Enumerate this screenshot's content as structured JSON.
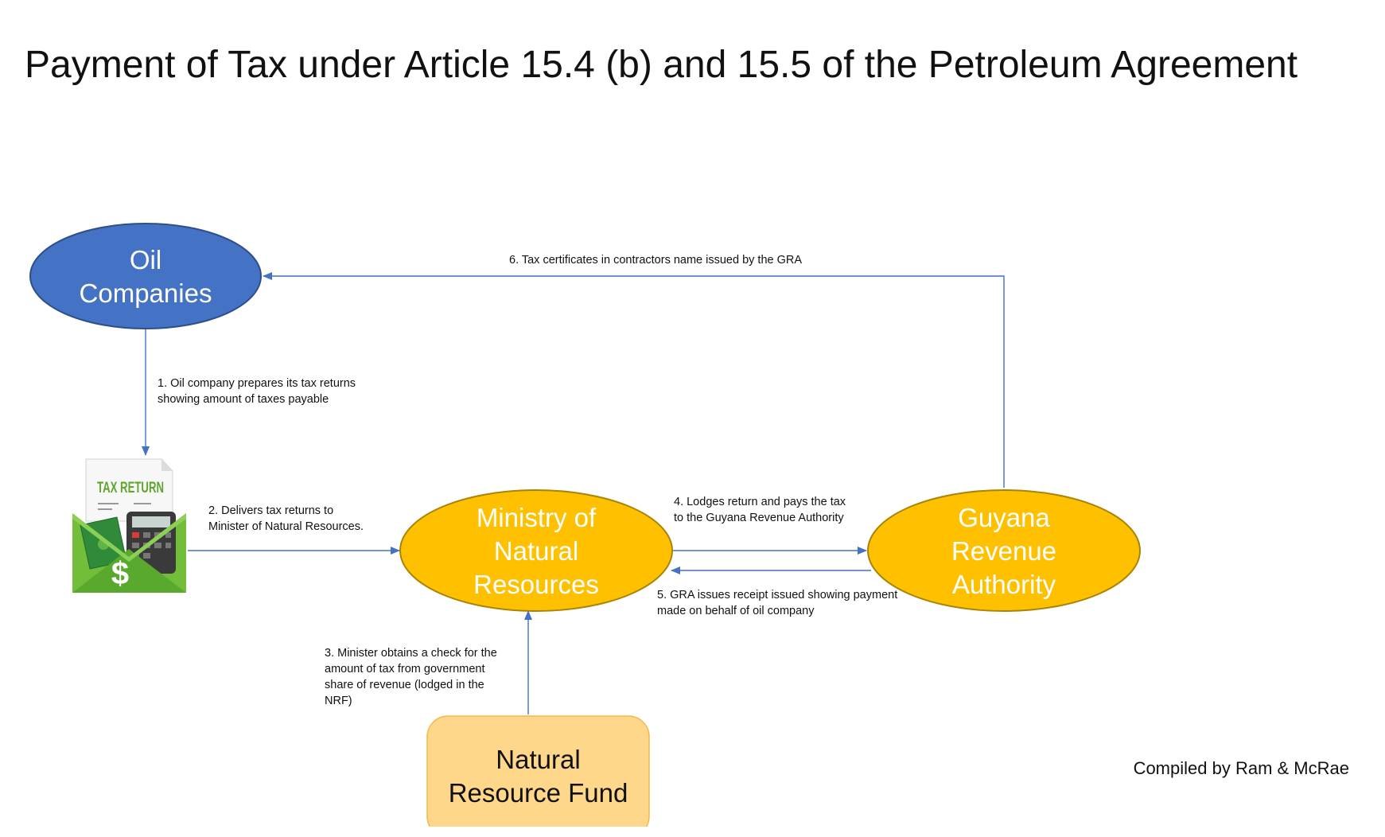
{
  "title": "Payment of Tax under Article 15.4 (b) and 15.5 of the Petroleum Agreement",
  "colors": {
    "oil_fill": "#4472c4",
    "oil_stroke": "#2f4f8a",
    "gold_fill": "#ffc000",
    "gold_stroke": "#a88408",
    "fund_fill": "#ffd78a",
    "fund_stroke": "#f2b84b",
    "arrow": "#4472c4"
  },
  "nodes": {
    "oil_companies": {
      "label": "Oil\nCompanies"
    },
    "ministry": {
      "label": "Ministry of\nNatural\nResources"
    },
    "gra": {
      "label": "Guyana\nRevenue\nAuthority"
    },
    "nrf": {
      "label": "Natural\nResource Fund"
    },
    "tax_return_icon": {
      "heading": "TAX RETURN",
      "icon": "tax-return-envelope-icon"
    }
  },
  "edges": {
    "step1": "1. Oil  company prepares its tax returns\nshowing amount of taxes payable",
    "step2": "2. Delivers tax returns to\nMinister of Natural Resources.",
    "step3": "3. Minister obtains a check for the\namount of tax from government\nshare of revenue (lodged in the\nNRF)",
    "step4": "4. Lodges return and pays the tax\n to the Guyana Revenue Authority",
    "step5": "5. GRA issues receipt issued showing payment\n made on behalf of oil company",
    "step6": "6. Tax certificates in contractors name issued by the GRA"
  },
  "credit": "Compiled by Ram & McRae"
}
